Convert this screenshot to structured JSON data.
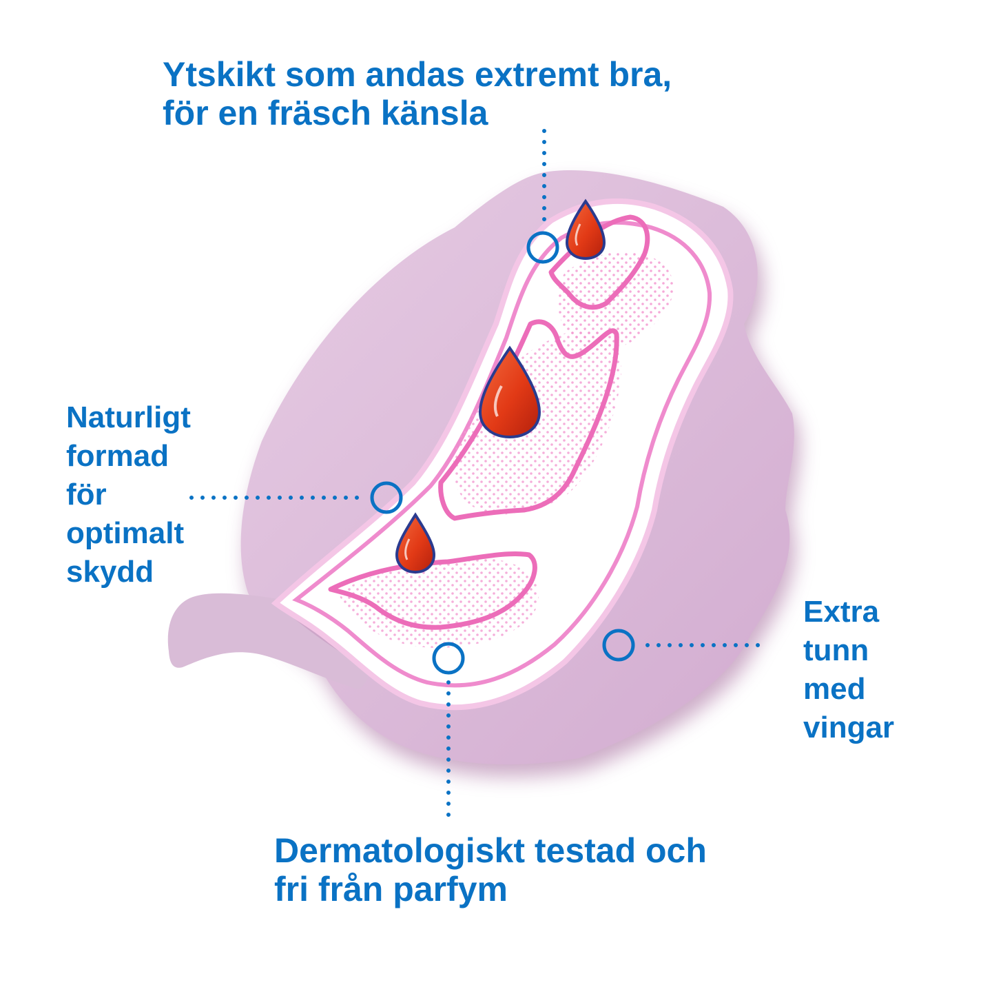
{
  "colors": {
    "label_text": "#0a72c4",
    "callout_blue": "#0a72c4",
    "pad_wing": "#ddbfda",
    "pad_shadow": "#a56a9c",
    "pad_core": "#ffffff",
    "pad_accent": "#f07cc4",
    "droplet": "#e23a16",
    "droplet_outline": "#2a3b8f"
  },
  "callouts": {
    "top": {
      "lines": [
        "Ytskikt som andas extremt bra,",
        "för en fräsch känsla"
      ]
    },
    "left": {
      "lines": [
        "Naturligt",
        "formad",
        "för",
        "optimalt",
        "skydd"
      ]
    },
    "right": {
      "lines": [
        "Extra",
        "tunn",
        "med",
        "vingar"
      ]
    },
    "bottom": {
      "lines": [
        "Dermatologiskt testad och",
        "fri från parfym"
      ]
    }
  },
  "icons": {
    "pointer": "callout-ring-icon",
    "droplet": "blood-droplet-icon"
  }
}
